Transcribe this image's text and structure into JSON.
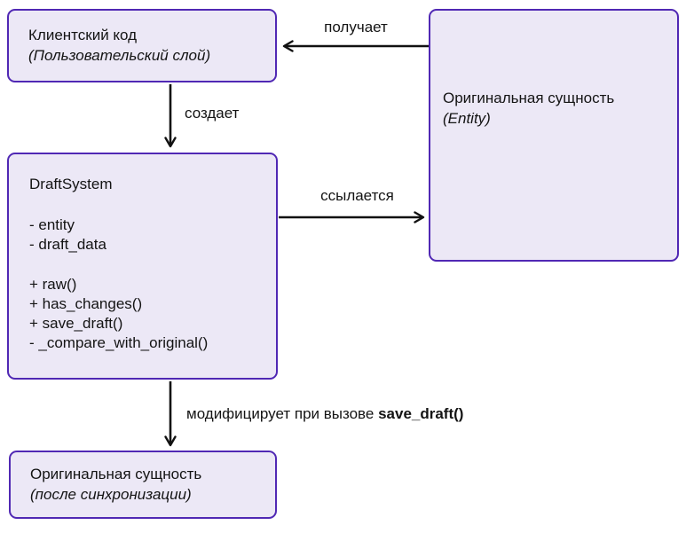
{
  "colors": {
    "box-fill": "#ece8f6",
    "box-border": "#5028b4",
    "arrow": "#111111",
    "text": "#141414",
    "bg": "#ffffff"
  },
  "boxes": {
    "client_code": {
      "title": "Клиентский код",
      "subtitle": "(Пользовательский слой)"
    },
    "entity": {
      "title": "Оригинальная сущность",
      "subtitle": "(Entity)"
    },
    "draft_system": {
      "title": "DraftSystem",
      "attributes": [
        "- entity",
        "- draft_data"
      ],
      "methods": [
        "+ raw()",
        "+ has_changes()",
        "+ save_draft()",
        "- _compare_with_original()"
      ]
    },
    "synced_entity": {
      "title": "Оригинальная сущность",
      "subtitle": "(после синхронизации)"
    }
  },
  "edges": {
    "receives": {
      "label": "получает"
    },
    "creates": {
      "label": "создает"
    },
    "references": {
      "label": "ссылается"
    },
    "modifies": {
      "label_prefix": "модифицирует при вызове ",
      "label_bold": "save_draft()"
    }
  }
}
